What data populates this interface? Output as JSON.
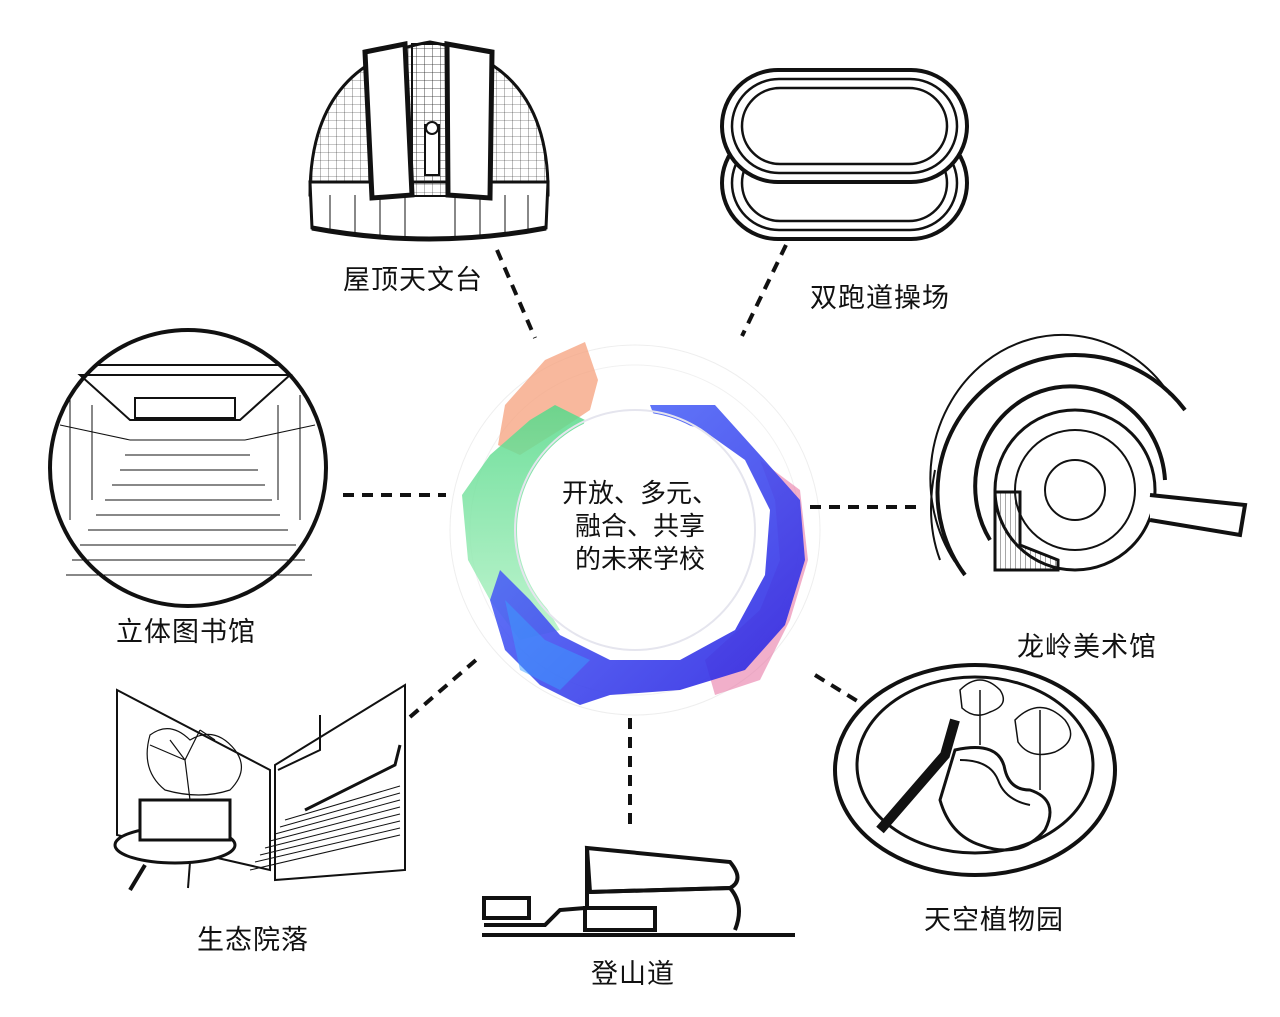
{
  "center": {
    "lines": [
      "开放、多元、",
      "融合、共享",
      "的未来学校"
    ]
  },
  "nodes": [
    {
      "id": "observatory",
      "label": "屋顶天文台",
      "icon": "observatory-dome-icon"
    },
    {
      "id": "track",
      "label": "双跑道操场",
      "icon": "double-running-track-icon"
    },
    {
      "id": "gallery",
      "label": "龙岭美术馆",
      "icon": "spiral-gallery-icon"
    },
    {
      "id": "garden",
      "label": "天空植物园",
      "icon": "sky-garden-icon"
    },
    {
      "id": "climb",
      "label": "登山道",
      "icon": "climbing-path-section-icon"
    },
    {
      "id": "courtyard",
      "label": "生态院落",
      "icon": "eco-courtyard-icon"
    },
    {
      "id": "library",
      "label": "立体图书馆",
      "icon": "stepped-library-icon"
    }
  ],
  "colors": {
    "line": "#111111",
    "ring_blue": "#3a3cff",
    "ring_green": "#6fe39a",
    "ring_orange": "#f6a07c",
    "ring_pink": "#e87aa6"
  }
}
